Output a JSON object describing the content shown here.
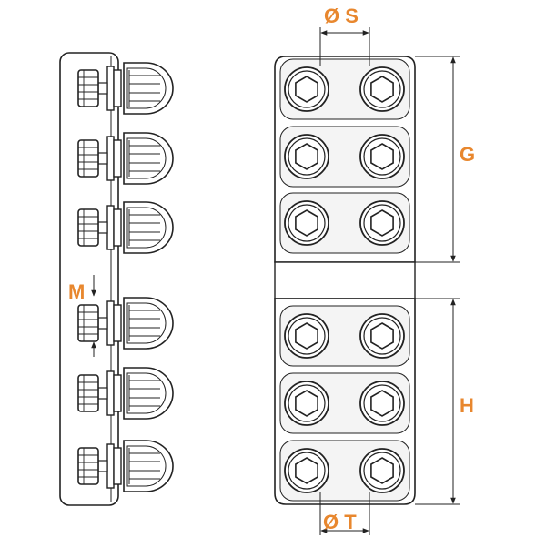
{
  "labels": {
    "s": "Ø S",
    "g": "G",
    "m": "M",
    "h": "H",
    "t": "Ø T"
  },
  "colors": {
    "label": "#e8872e",
    "line": "#222222",
    "bolt_fill": "#ffffff",
    "pad_fill": "#f4f4f4"
  },
  "bolt_groups": {
    "top": {
      "rows": 3,
      "columns": 2
    },
    "bottom": {
      "rows": 3,
      "columns": 2
    }
  },
  "side_view": {
    "bolt_count": 6
  }
}
